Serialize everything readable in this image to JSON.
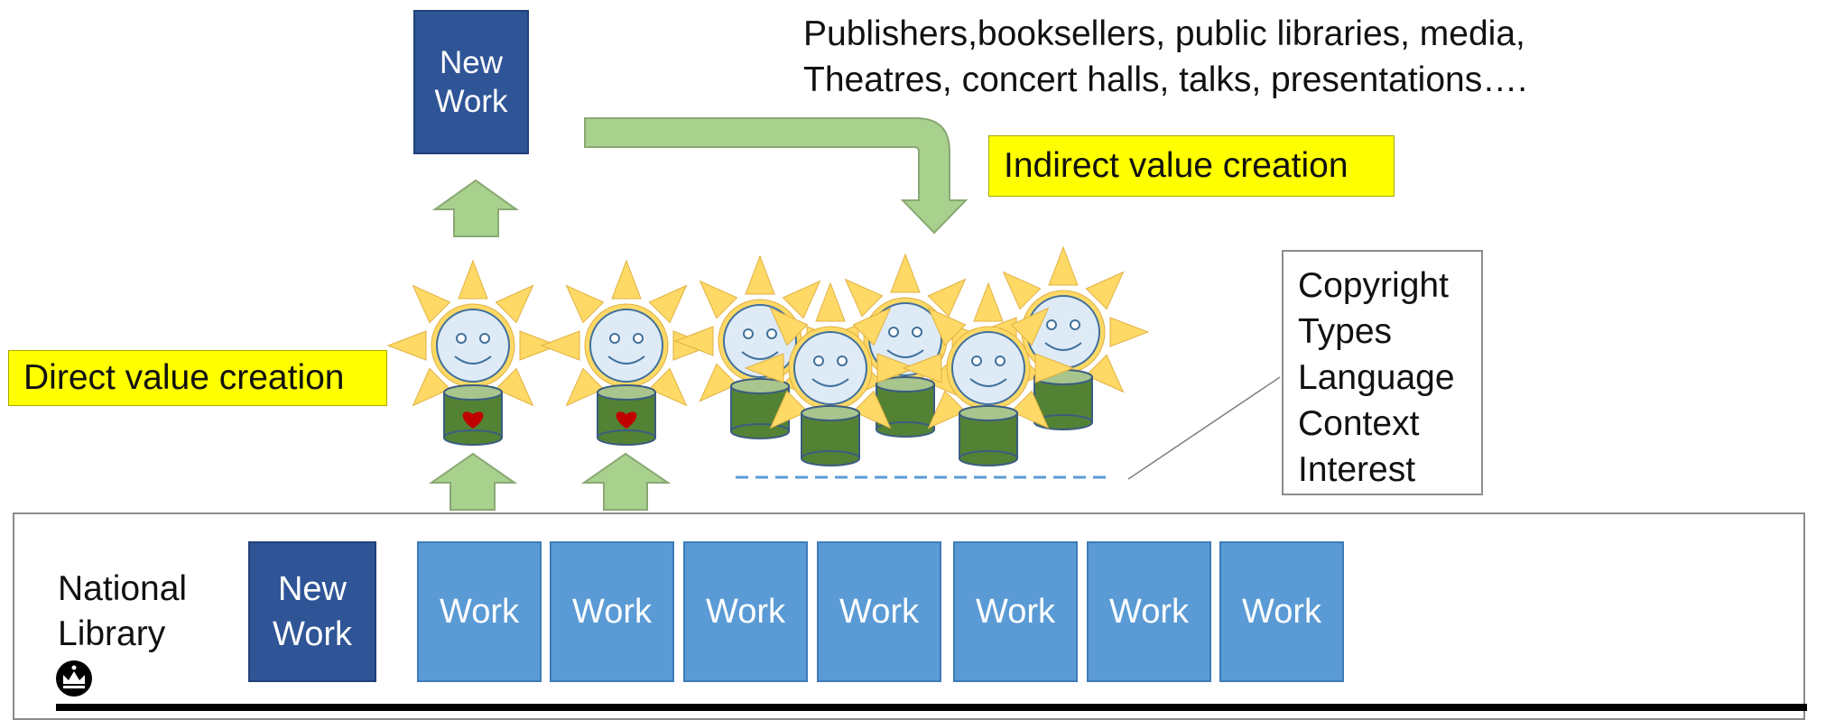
{
  "top_new_work": "New\nWork",
  "audience_text": {
    "line1": "Publishers,booksellers, public libraries, media,",
    "line2": "Theatres, concert halls, talks, presentations…."
  },
  "indirect_label": "Indirect value creation",
  "direct_label": "Direct value creation",
  "criteria": [
    "Copyright",
    "Types",
    "Language",
    "Context",
    "Interest"
  ],
  "library": {
    "name_line1": "National",
    "name_line2": "Library",
    "new_work": "New\nWork",
    "works": [
      "Work",
      "Work",
      "Work",
      "Work",
      "Work",
      "Work",
      "Work"
    ]
  },
  "colors": {
    "dark_blue": "#2f5597",
    "light_blue": "#5b9bd5",
    "arrow_green": "#a9d18e",
    "sun_yellow": "#ffd966",
    "face_blue": "#deebf7",
    "cylinder_green": "#548235",
    "heart_red": "#c00000",
    "label_yellow": "#ffff00"
  },
  "icons": [
    "crown-icon",
    "heart-icon",
    "smiley-sun-icon"
  ]
}
